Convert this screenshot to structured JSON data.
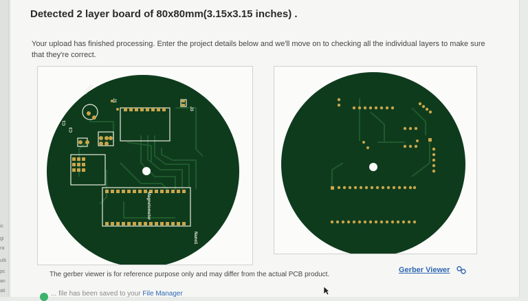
{
  "heading": "Detected 2 layer board of 80x80mm(3.15x3.15 inches) .",
  "description": "Your upload has finished processing. Enter the project details below and we'll move on to checking all the individual layers to make sure that they're correct.",
  "viewers": {
    "top": {
      "labels": [
        "LED1",
        "C3",
        "J3",
        "J1",
        "C1",
        "Magnetometer",
        "Nano1"
      ]
    },
    "bottom": {}
  },
  "disclaimer": "The gerber viewer is for reference purpose only and may differ from the actual PCB product.",
  "gerber_viewer_link": "Gerber Viewer",
  "bottom_text": {
    "prefix": "... file has been saved to your",
    "link": "File Manager"
  },
  "left_strip": [
    "ic",
    "gi",
    "ra",
    "ulti",
    "pc",
    "an",
    "ati"
  ],
  "colors": {
    "board": "#0f3b1d",
    "pad": "#c9a64a",
    "silk": "#e8ecd9",
    "trace": "#1e5a2c",
    "link": "#2f67b1"
  }
}
